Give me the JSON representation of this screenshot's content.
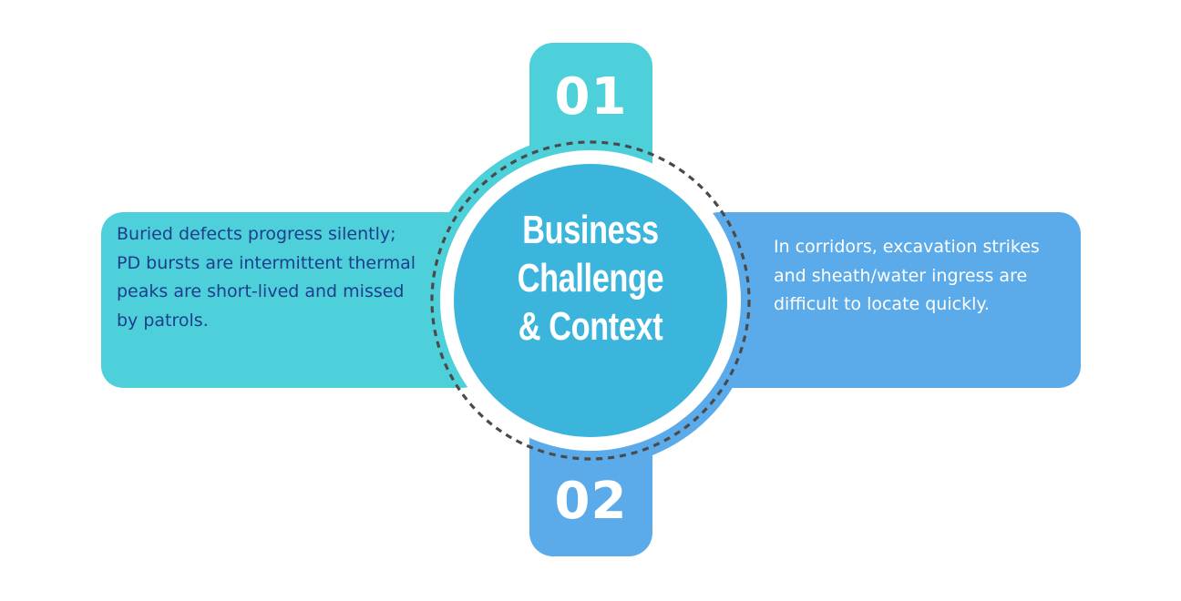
{
  "colors": {
    "teal": "#4DD0D9",
    "blue": "#5BABEA",
    "center": "#3BB5DC",
    "dashed": "#4A4A4A",
    "left_text": "#1E3E8C",
    "right_text": "#FFFFFF"
  },
  "center": {
    "title_lines": [
      "Business",
      "Challenge",
      "& Context"
    ]
  },
  "items": [
    {
      "number": "01",
      "color_name": "teal",
      "text": "Buried defects progress silently; PD bursts are intermittent thermal peaks are short-lived and missed by patrols."
    },
    {
      "number": "02",
      "color_name": "blue",
      "text": "In corridors, excavation strikes and sheath/water ingress are difficult to locate quickly."
    }
  ]
}
